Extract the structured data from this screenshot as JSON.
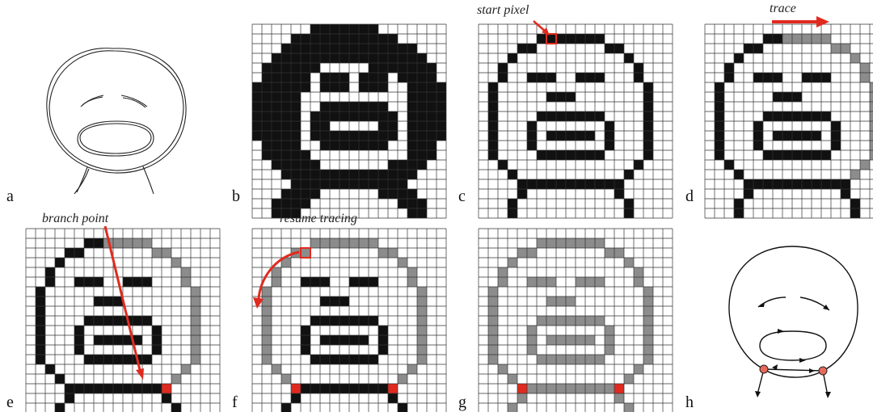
{
  "panels": [
    {
      "id": "a",
      "letter": "a"
    },
    {
      "id": "b",
      "letter": "b"
    },
    {
      "id": "c",
      "letter": "c",
      "annotation": "start pixel"
    },
    {
      "id": "d",
      "letter": "d",
      "annotation": "trace"
    },
    {
      "id": "e",
      "letter": "e",
      "annotation": "branch point"
    },
    {
      "id": "f",
      "letter": "f",
      "annotation": "resume tracing"
    },
    {
      "id": "g",
      "letter": "g"
    },
    {
      "id": "h",
      "letter": "h"
    }
  ],
  "colors": {
    "black": "#111111",
    "gray": "#8c8c8c",
    "red": "#e02a1f",
    "grid": "#333333",
    "marker": "#e8695a"
  }
}
